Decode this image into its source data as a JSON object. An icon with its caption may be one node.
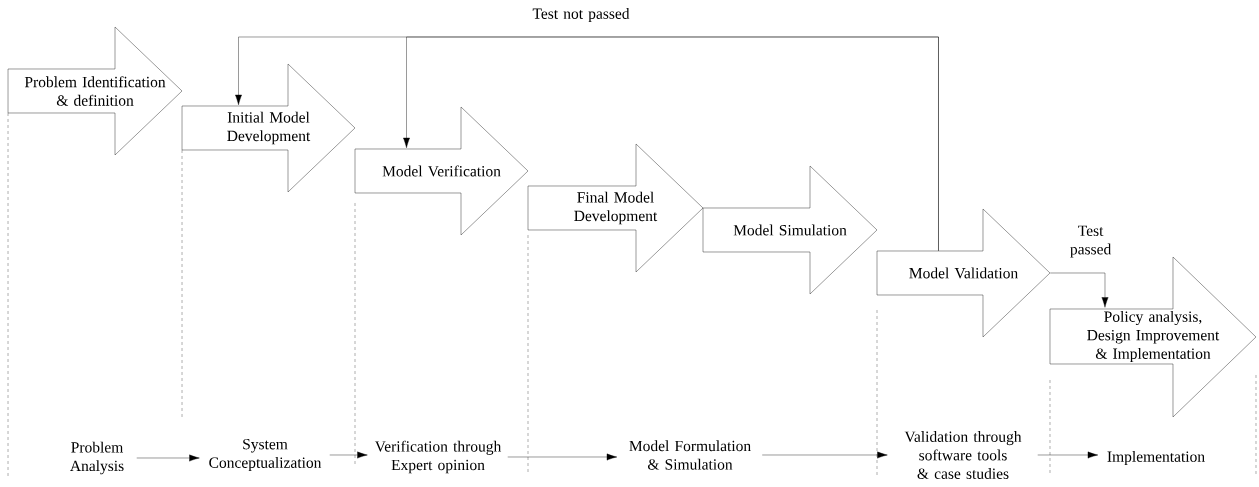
{
  "diagram": {
    "nodes": [
      {
        "text": [
          "Problem Identification & definition"
        ]
      },
      {
        "text": [
          "Initial Model Development"
        ]
      },
      {
        "text": [
          "Model Verification"
        ]
      },
      {
        "text": [
          "Final Model Development"
        ]
      },
      {
        "text": [
          "Model Simulation"
        ]
      },
      {
        "text": [
          "Model Validation"
        ]
      },
      {
        "text": [
          "Policy analysis, Design Improvement & Implementation"
        ]
      },
      {
        "text": [
          "Problem Analysis"
        ]
      },
      {
        "text": [
          "System Conceptualization"
        ]
      },
      {
        "text": [
          "Verification through Expert opinion"
        ]
      },
      {
        "text": [
          "Model Formulation & Simulation"
        ]
      },
      {
        "text": [
          "Validation through software tools & case studies"
        ]
      },
      {
        "text": [
          "Implementation"
        ]
      }
    ],
    "edges": [
      {
        "from": 5,
        "to": 1,
        "arrow": "to",
        "label": "Test not passed"
      },
      {
        "from": 5,
        "to": 2,
        "arrow": "to"
      },
      {
        "from": 5,
        "to": 6,
        "arrow": "to",
        "label": "Test passed"
      },
      {
        "from": 7,
        "to": 8,
        "arrow": "to"
      },
      {
        "from": 8,
        "to": 9,
        "arrow": "to"
      },
      {
        "from": 9,
        "to": 10,
        "arrow": "to"
      },
      {
        "from": 10,
        "to": 11,
        "arrow": "to"
      },
      {
        "from": 11,
        "to": 12,
        "arrow": "to"
      }
    ]
  }
}
